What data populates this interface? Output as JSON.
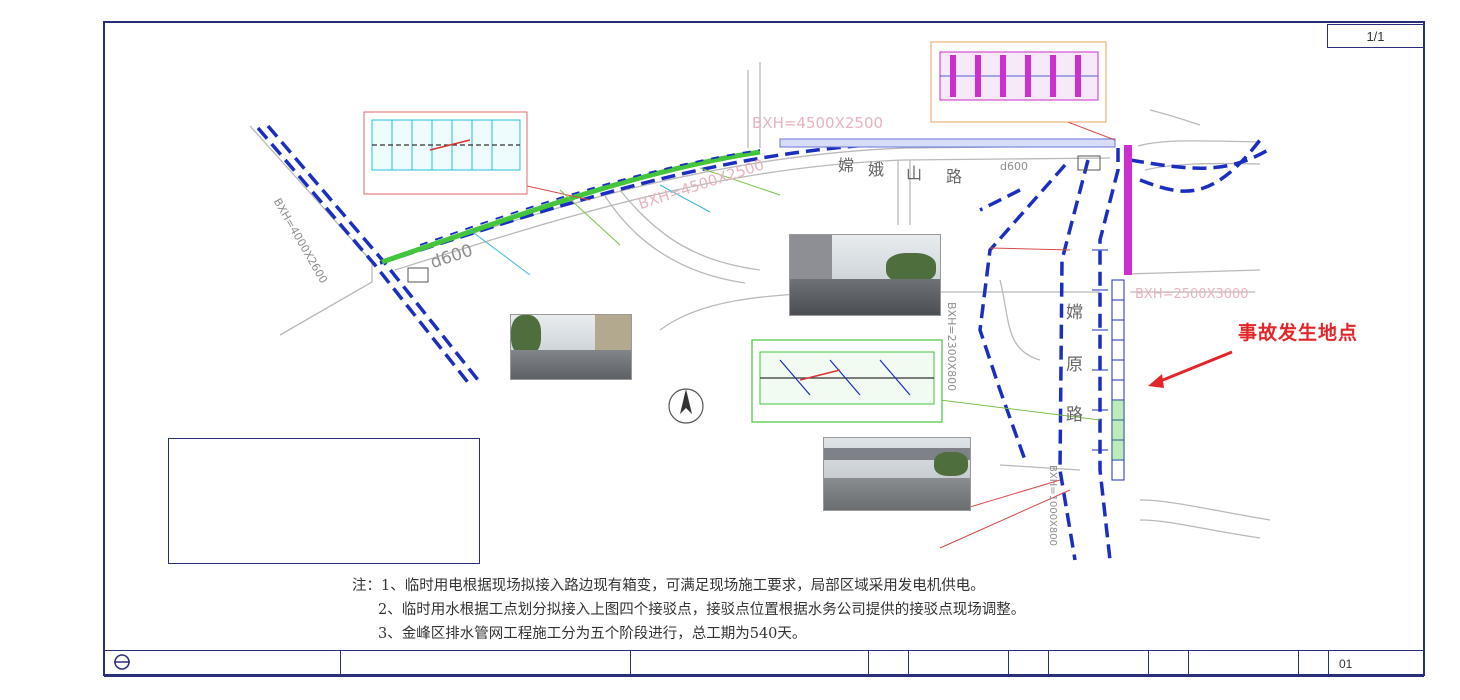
{
  "page": {
    "number": "1/1"
  },
  "callout": {
    "text": "事故发生地点"
  },
  "notes": [
    "注：1、临时用电根据现场拟接入路边现有箱变，可满足现场施工要求，局部区域采用发电机供电。",
    "2、临时用水根据工点划分拟接入上图四个接驳点，接驳点位置根据水务公司提供的接驳点现场调整。",
    "3、金峰区排水管网工程施工分为五个阶段进行，总工期为540天。"
  ],
  "street_names": {
    "east_road": [
      "嫦",
      "原",
      "路"
    ],
    "north_road": [
      "嫦",
      "娥",
      "山",
      "路"
    ]
  },
  "dimensions": {
    "d1": "BXH=4500X2500",
    "d2": "BXH=4500X2500",
    "d3": "BXH=2500X3000",
    "d4": "d600",
    "d5": "BXH=4000X2600",
    "d6": "BXH=2300X800",
    "d7": "BXH=1000X800",
    "d8": "d600"
  },
  "titleblock": {
    "sheet_no": "01"
  },
  "colors": {
    "frame": "#2a2f7a",
    "pipe_dashed": "#1a2fbf",
    "callout": "#e2262a",
    "green": "#43c63b",
    "magenta": "#cc2ed0",
    "cyan": "#27c2e0",
    "pink_dim": "#e7b3bf"
  }
}
